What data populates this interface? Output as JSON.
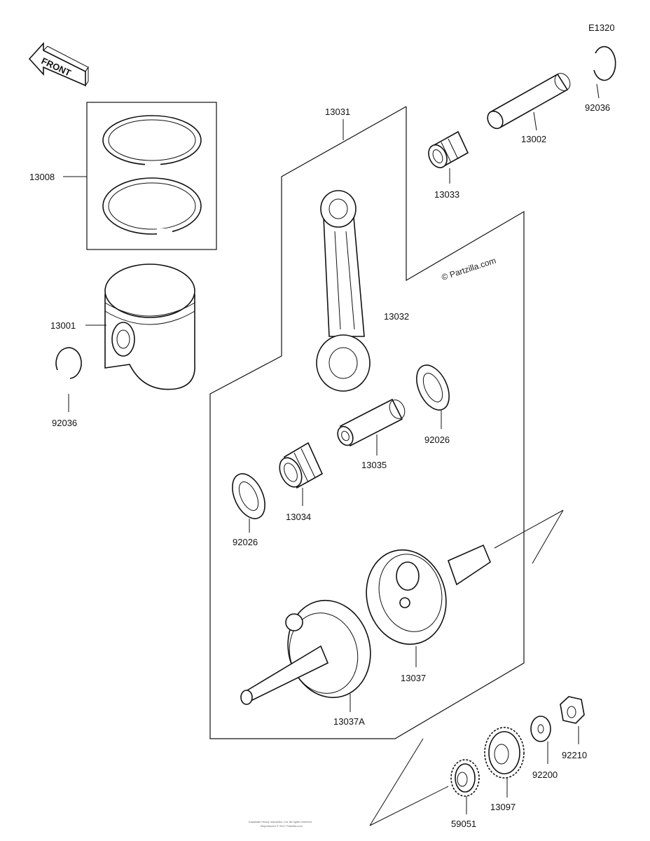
{
  "diagram_code": "E1320",
  "front_label": "FRONT",
  "watermark": "© Partzilla.com",
  "copyright_line1": "Kawasaki Heavy Industries, Ltd. All rights reserved.",
  "copyright_line2": "Reproduced © 2017 Partzilla.com",
  "parts": {
    "rings": "13008",
    "piston": "13001",
    "clip_left": "92036",
    "clip_right": "92036",
    "pin": "13002",
    "bearing_small": "13033",
    "conrod_assy": "13031",
    "conrod": "13032",
    "washer_right": "92026",
    "crankpin": "13035",
    "bearing_big": "13034",
    "washer_left": "92026",
    "crank_right": "13037",
    "crank_left": "13037A",
    "nut": "92210",
    "washer_small": "92200",
    "gear": "13097",
    "bearing_gear": "59051"
  }
}
